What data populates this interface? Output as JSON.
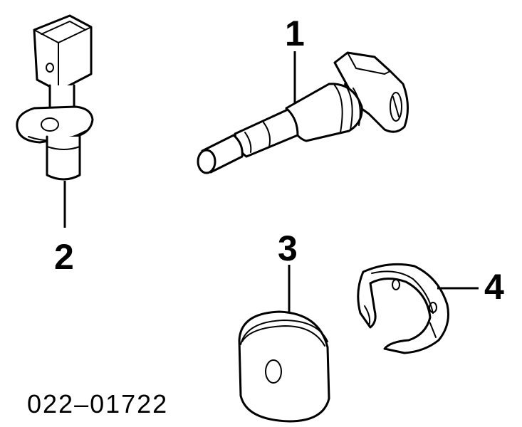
{
  "callouts": [
    {
      "id": "1",
      "label": "1"
    },
    {
      "id": "2",
      "label": "2"
    },
    {
      "id": "3",
      "label": "3"
    },
    {
      "id": "4",
      "label": "4"
    }
  ],
  "reference_code": "022–01722",
  "colors": {
    "ink": "#000000",
    "paper": "#ffffff"
  }
}
